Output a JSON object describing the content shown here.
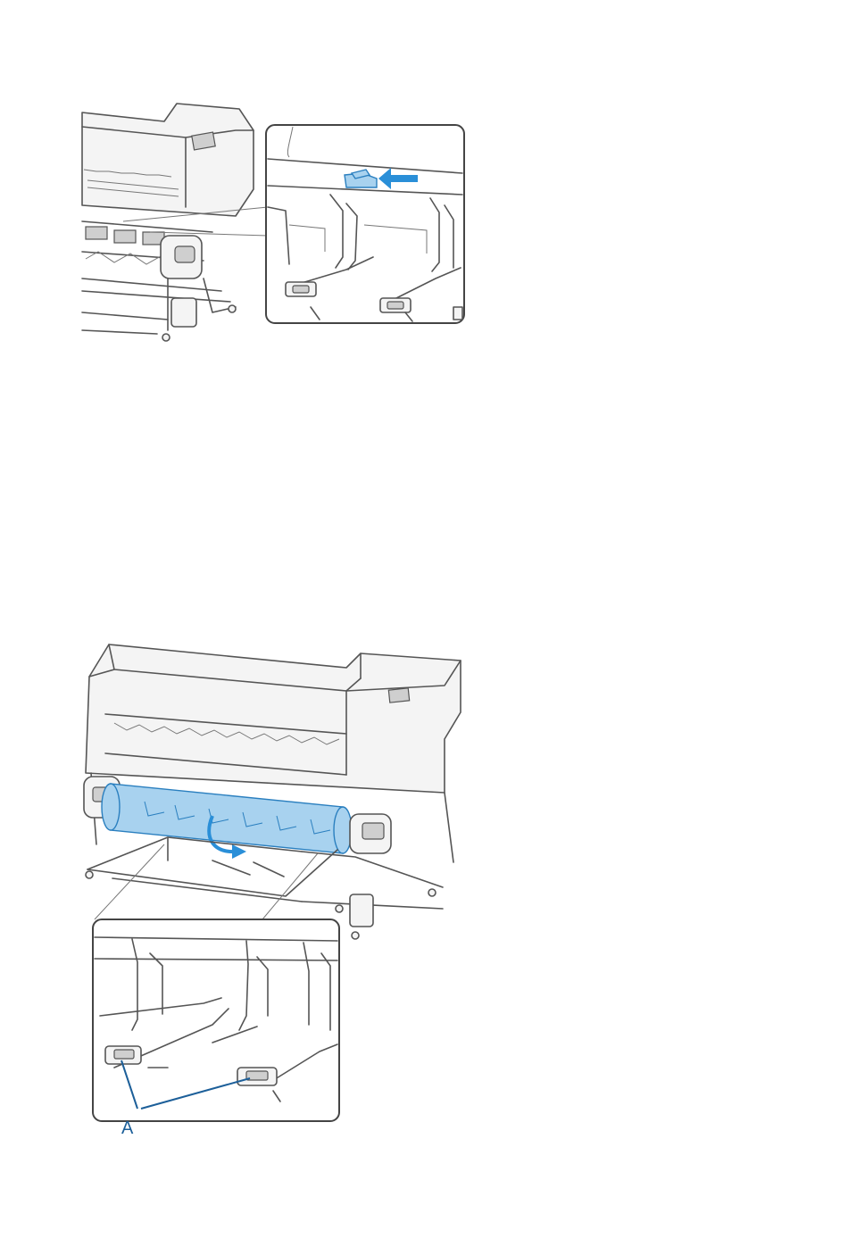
{
  "figures": [
    {
      "id": "figure-1",
      "icons": [
        "printer-icon",
        "lever-icon",
        "push-arrow-icon"
      ],
      "colors": {
        "accent": "#2a8fd8",
        "highlight": "#a8d2ef",
        "line": "#555555"
      }
    },
    {
      "id": "figure-2",
      "icons": [
        "printer-icon",
        "paper-roll-icon",
        "rotation-arrow-icon"
      ],
      "callout_label": "A",
      "colors": {
        "accent": "#2a8fd8",
        "highlight": "#a8d2ef",
        "line": "#555555"
      }
    }
  ]
}
